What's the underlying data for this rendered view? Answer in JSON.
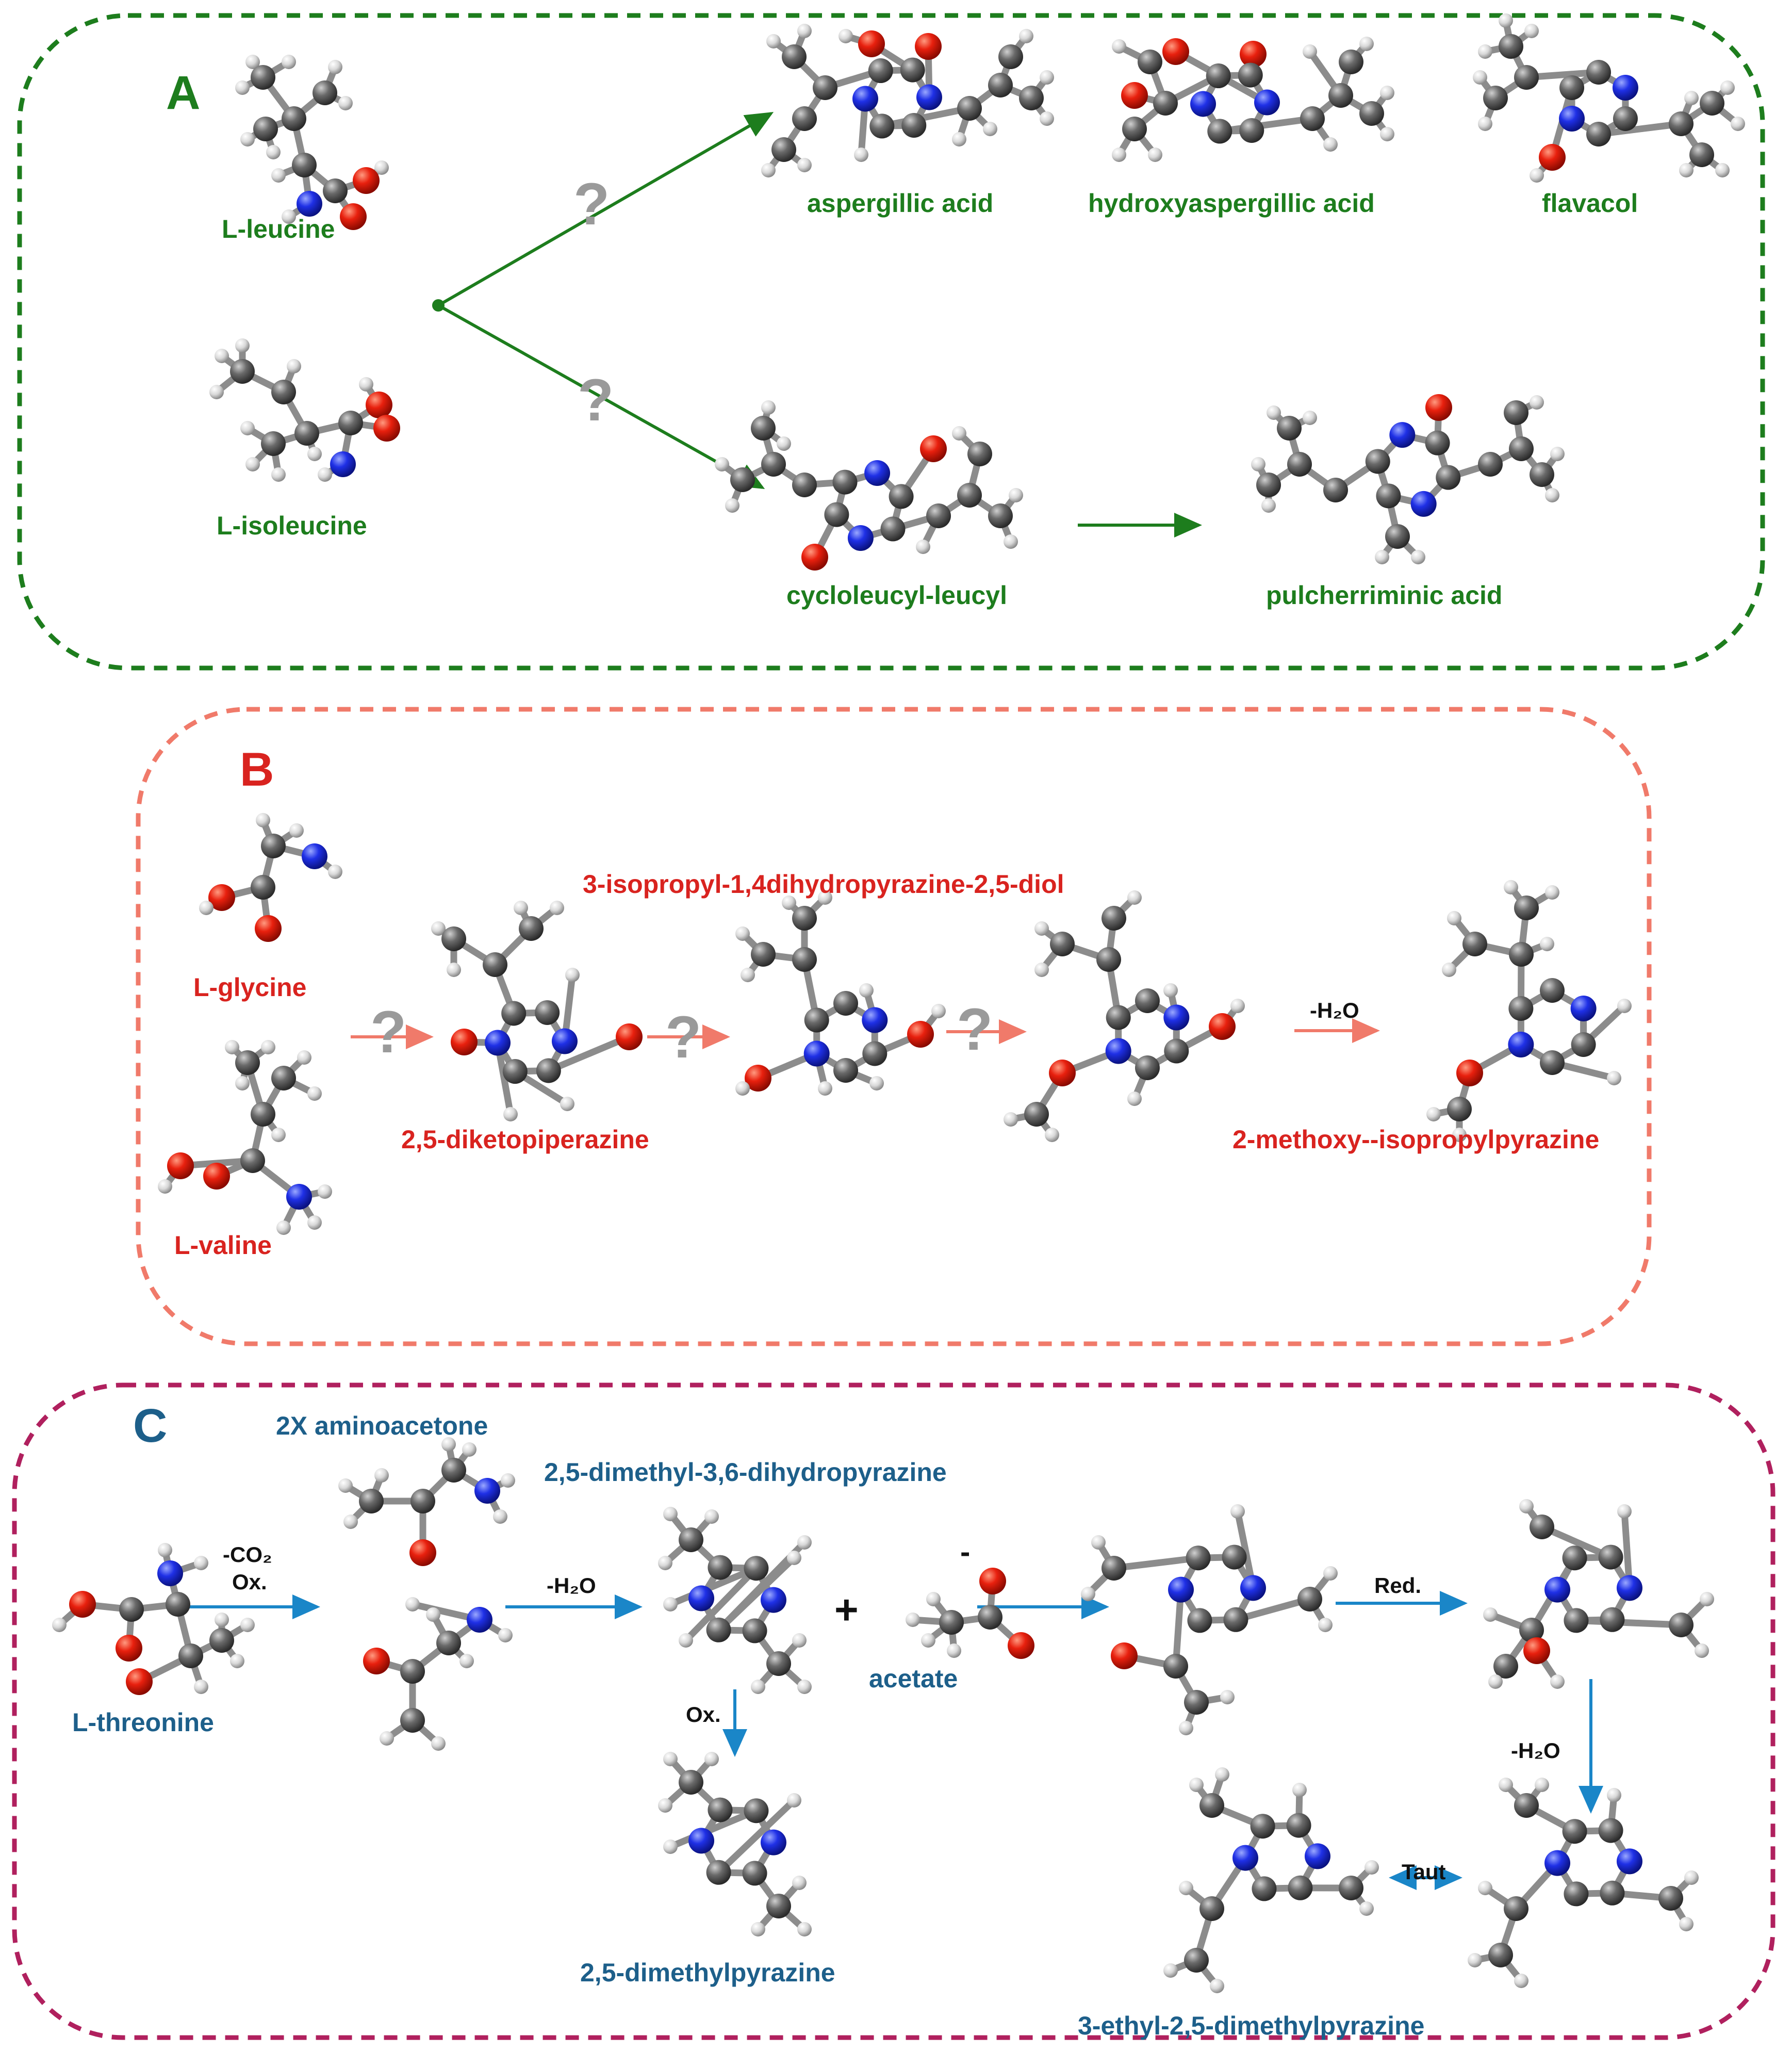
{
  "panels": {
    "A": {
      "letter": "A",
      "color": "#1d7d1d",
      "labels": {
        "leucine": "L-leucine",
        "isoleucine": "L-isoleucine",
        "aspergillic": "aspergillic acid",
        "hydroxyaspergillic": "hydroxyaspergillic acid",
        "flavacol": "flavacol",
        "cycloleucyl": "cycloleucyl-leucyl",
        "pulcherriminic": "pulcherriminic  acid"
      },
      "unknown_mark": "?"
    },
    "B": {
      "letter": "B",
      "color": "#d9231f",
      "labels": {
        "glycine": "L-glycine",
        "valine": "L-valine",
        "diol": "3-isopropyl-1,4dihydropyrazine-2,5-diol",
        "diketo": "2,5-diketopiperazine",
        "methoxy": "2-methoxy--isopropylpyrazine",
        "minus_water": "-H₂O"
      },
      "unknown_mark": "?"
    },
    "C": {
      "letter": "C",
      "color": "#1d5f8a",
      "labels": {
        "aminoacetone": "2X aminoacetone",
        "dihydropyrazine": "2,5-dimethyl-3,6-dihydropyrazine",
        "threonine": "L-threonine",
        "acetate": "acetate",
        "dimethylpyrazine": "2,5-dimethylpyrazine",
        "ethyldimethylpyrazine": "3-ethyl-2,5-dimethylpyrazine"
      },
      "steps": {
        "co2": "-CO₂",
        "ox1": "Ox.",
        "h2o1": "-H₂O",
        "ox2": "Ox.",
        "red": "Red.",
        "h2o2": "-H₂O",
        "taut": "Taut"
      },
      "plus": "+",
      "charge": "-"
    }
  },
  "colors": {
    "carbon": "#555555",
    "hydrogen": "#e0e0e0",
    "oxygen": "#e02010",
    "nitrogen": "#1d2fe0",
    "bond": "#8a8a8a",
    "green_arrow": "#1d7d1d",
    "red_arrow": "#f07a6a",
    "blue_arrow": "#1a86c8",
    "panel_a_border": "#1d7d1d",
    "panel_b_border": "#f07a6a",
    "panel_c_border": "#b0205e"
  }
}
